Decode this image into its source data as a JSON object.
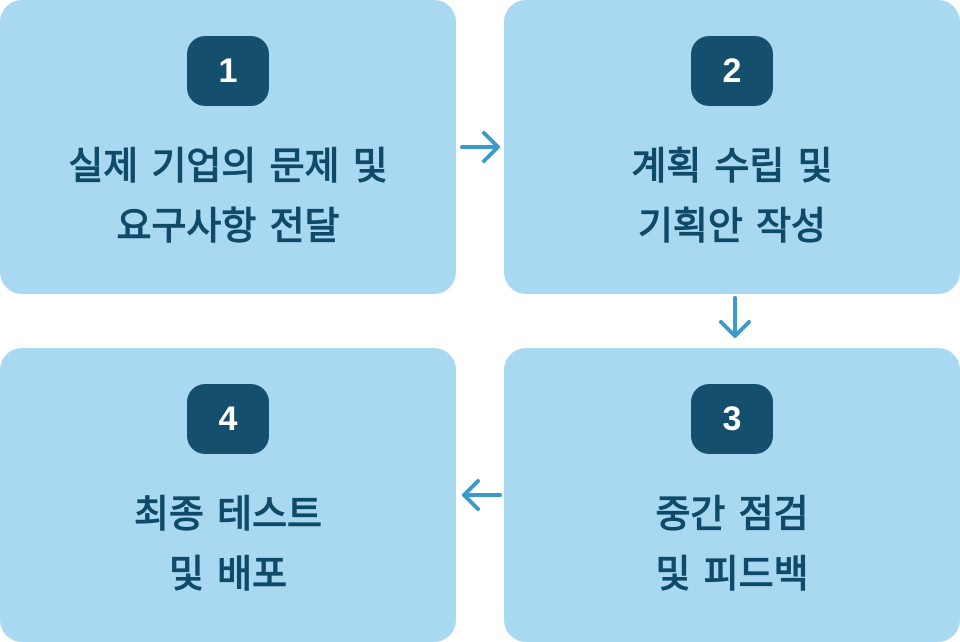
{
  "colors": {
    "card_background": "#a8d9f0",
    "badge_background": "#14506e",
    "text": "#0f4a68",
    "arrow": "#3a9ac9"
  },
  "steps": [
    {
      "number": "1",
      "line1": "실제 기업의 문제 및",
      "line2": "요구사항 전달"
    },
    {
      "number": "2",
      "line1": "계획 수립 및",
      "line2": "기획안 작성"
    },
    {
      "number": "3",
      "line1": "중간 점검",
      "line2": "및 피드백"
    },
    {
      "number": "4",
      "line1": "최종 테스트",
      "line2": "및 배포"
    }
  ],
  "arrows": [
    {
      "from": "1",
      "to": "2",
      "icon": "arrow-right-icon"
    },
    {
      "from": "2",
      "to": "3",
      "icon": "arrow-down-icon"
    },
    {
      "from": "3",
      "to": "4",
      "icon": "arrow-left-icon"
    }
  ]
}
